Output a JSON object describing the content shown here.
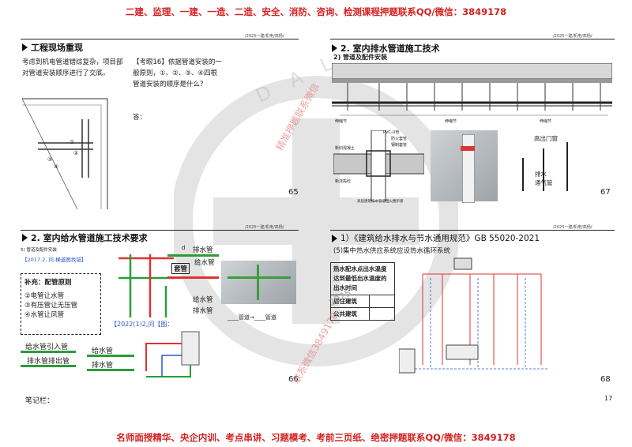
{
  "banner": {
    "top": "二建、监理、一建、一造、二造、安全、消防、咨询、检测课程押题联系QQ/微信：3849178",
    "bottom": "名师面授精华、央企内训、考点串讲、习题模考、考前三页纸、绝密押题联系QQ/微信：3849178"
  },
  "watermark": {
    "text1": "精准押题联系微信",
    "text2": "联系微信3849178",
    "year": "2025",
    "logo_letters": "D A L"
  },
  "slides": {
    "s65": {
      "header": "/2025一建/机电/高杨/",
      "title": "工程现场重现",
      "body": "考虑到机电管道错综复杂，项目部对管道安装顺序进行了交底。",
      "question": "【考眼16】依据管道安装的一般原则，①、②、③、④四根管道安装的顺序是什么？",
      "answer_label": "答：",
      "callouts": [
        "①",
        "②",
        "③",
        "④"
      ],
      "page": "65"
    },
    "s67": {
      "header": "/2025一建/机电/高杨/",
      "title": "2. 室内排水管道施工技术",
      "subtitle": "2) 管道及配件安装",
      "labels": [
        "伸缩节",
        "伸缩节",
        "伸缩节",
        "PVC-U管",
        "防火套管",
        "钢制套管",
        "高出门窗",
        "排水",
        "通气管",
        "新旧混凝土",
        "新浇捣砼",
        "高层建筑排水管道阻火圈示意"
      ],
      "page": "67"
    },
    "s66": {
      "header": "/2025一建/机电/高杨/",
      "title": "2. 室内给水管道施工技术要求",
      "subtitle": "5) 管道及配件安装",
      "tag1": "【2017.2, 问-横道图找错】",
      "supp_title": "补充：配管原则",
      "supp_items": [
        "②电管让水管",
        "③有压管让无压管",
        "④水管让风管"
      ],
      "pipe_labels": [
        "排水管",
        "给水管",
        "套管",
        "给水管",
        "排水管"
      ],
      "tag2": "【2022(1)2,问【图：",
      "inlet": "给水管引入管",
      "outlet": "排水管排出管",
      "pair_top": "给水管",
      "pair_bottom": "排水管",
      "blank": "____管道→____管道",
      "d_mark": "d",
      "page": "66"
    },
    "s68": {
      "header": "/2025一建/机电/高杨/",
      "title": "1）《建筑给水排水与节水通用规范》GB 55020-2021",
      "subtitle": "(5)集中热水供应系统应设热水循环系统",
      "table": [
        "热水配水点出水温度达到最低出水温度的出水时间",
        "居住建筑",
        "公共建筑"
      ],
      "page": "68"
    }
  },
  "footer": {
    "note": "笔记栏：",
    "page": "17"
  }
}
